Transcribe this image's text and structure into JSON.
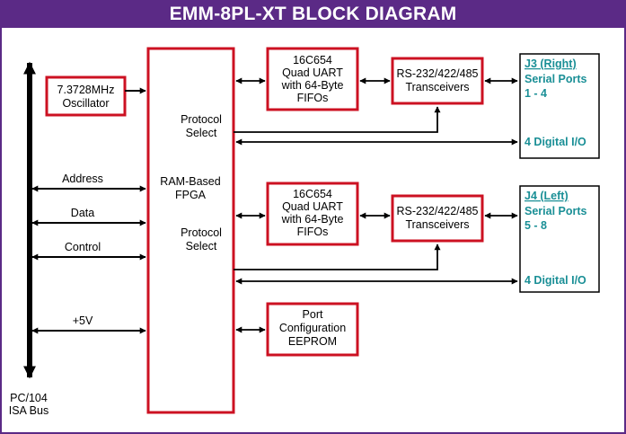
{
  "title": "EMM-8PL-XT BLOCK DIAGRAM",
  "colors": {
    "title_bg": "#5b2a86",
    "block_border": "#cc1122",
    "connector_text": "#1a8f96",
    "line": "#000000"
  },
  "bus": {
    "label_line1": "PC/104",
    "label_line2": "ISA Bus",
    "signals": [
      "Address",
      "Data",
      "Control",
      "+5V"
    ]
  },
  "oscillator": {
    "line1": "7.3728MHz",
    "line2": "Oscillator"
  },
  "fpga": {
    "line1": "RAM-Based",
    "line2": "FPGA",
    "protocol1_line1": "Protocol",
    "protocol1_line2": "Select",
    "protocol2_line1": "Protocol",
    "protocol2_line2": "Select"
  },
  "uart_top": {
    "line1": "16C654",
    "line2": "Quad UART",
    "line3": "with 64-Byte",
    "line4": "FIFOs"
  },
  "uart_bottom": {
    "line1": "16C654",
    "line2": "Quad UART",
    "line3": "with 64-Byte",
    "line4": "FIFOs"
  },
  "xcvr_top": {
    "line1": "RS-232/422/485",
    "line2": "Transceivers"
  },
  "xcvr_bottom": {
    "line1": "RS-232/422/485",
    "line2": "Transceivers"
  },
  "eeprom": {
    "line1": "Port",
    "line2": "Configuration",
    "line3": "EEPROM"
  },
  "j3": {
    "title": "J3 (Right)",
    "ports_line1": "Serial Ports",
    "ports_line2": "1 - 4",
    "dio": "4 Digital I/O"
  },
  "j4": {
    "title": "J4 (Left)",
    "ports_line1": "Serial Ports",
    "ports_line2": "5 - 8",
    "dio": "4 Digital I/O"
  }
}
